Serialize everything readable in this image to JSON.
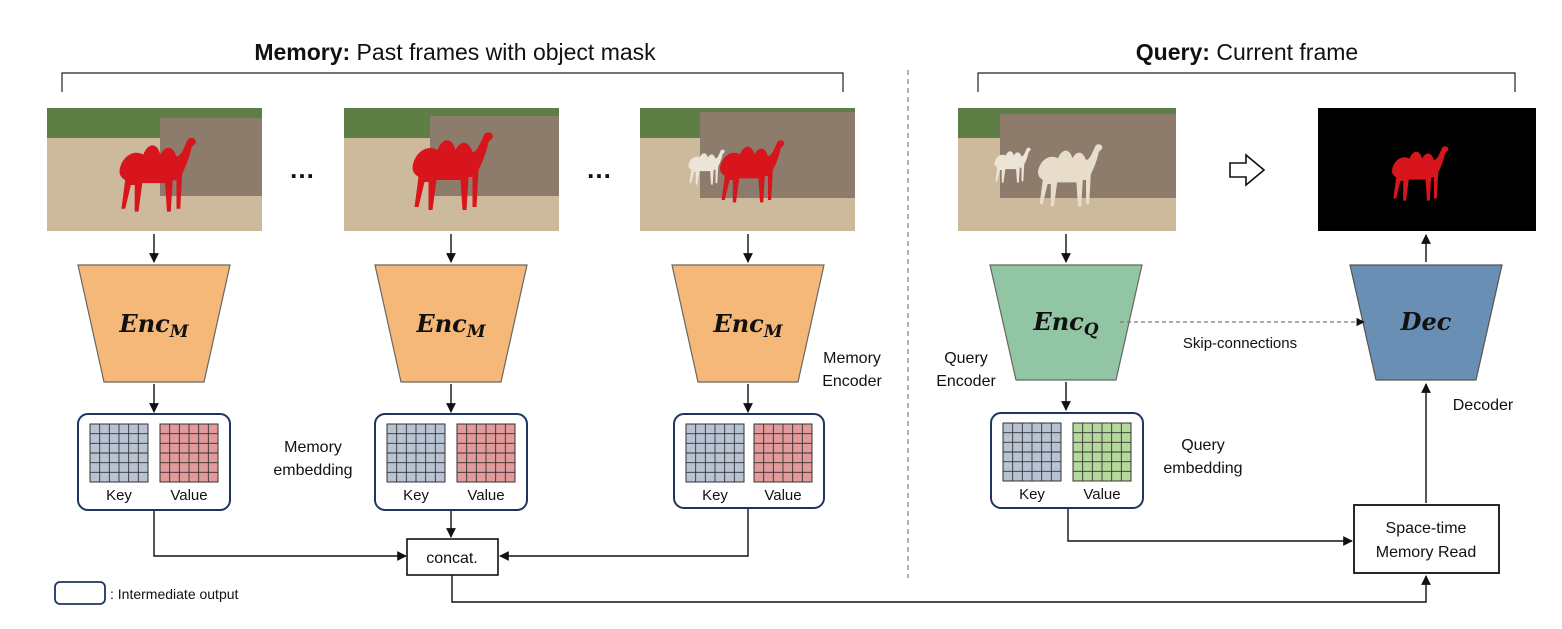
{
  "colors": {
    "memory_encoder": "#f6b878",
    "query_encoder": "#92c5a3",
    "decoder": "#6a8fb4",
    "key_grid": "#b7c2d2",
    "memory_value_grid": "#e29a9a",
    "query_value_grid": "#b5d89c",
    "mask": "#d8141c",
    "box_border": "#1f3560"
  },
  "headers": {
    "memory_bold": "Memory:",
    "memory_rest": " Past frames with object mask",
    "query_bold": "Query:",
    "query_rest": " Current frame"
  },
  "ellipsis": "…",
  "frame_images": [
    "camel-frame-with-red-mask",
    "camel-frame-with-red-mask",
    "camel-frame-with-red-mask",
    "camel-current-frame",
    "predicted-mask-on-black"
  ],
  "encoders": {
    "memory": {
      "base": "Enc",
      "sub": "M"
    },
    "query": {
      "base": "Enc",
      "sub": "Q"
    },
    "decoder": "Dec"
  },
  "labels": {
    "memory_encoder_1": "Memory",
    "memory_encoder_2": "Encoder",
    "query_encoder_1": "Query",
    "query_encoder_2": "Encoder",
    "memory_embedding_1": "Memory",
    "memory_embedding_2": "embedding",
    "query_embedding_1": "Query",
    "query_embedding_2": "embedding",
    "decoder": "Decoder",
    "skip": "Skip-connections",
    "key": "Key",
    "value": "Value",
    "concat": "concat.",
    "read_1": "Space-time",
    "read_2": "Memory Read",
    "legend": ": Intermediate output"
  },
  "icons": [
    "hollow-right-arrow-icon"
  ]
}
